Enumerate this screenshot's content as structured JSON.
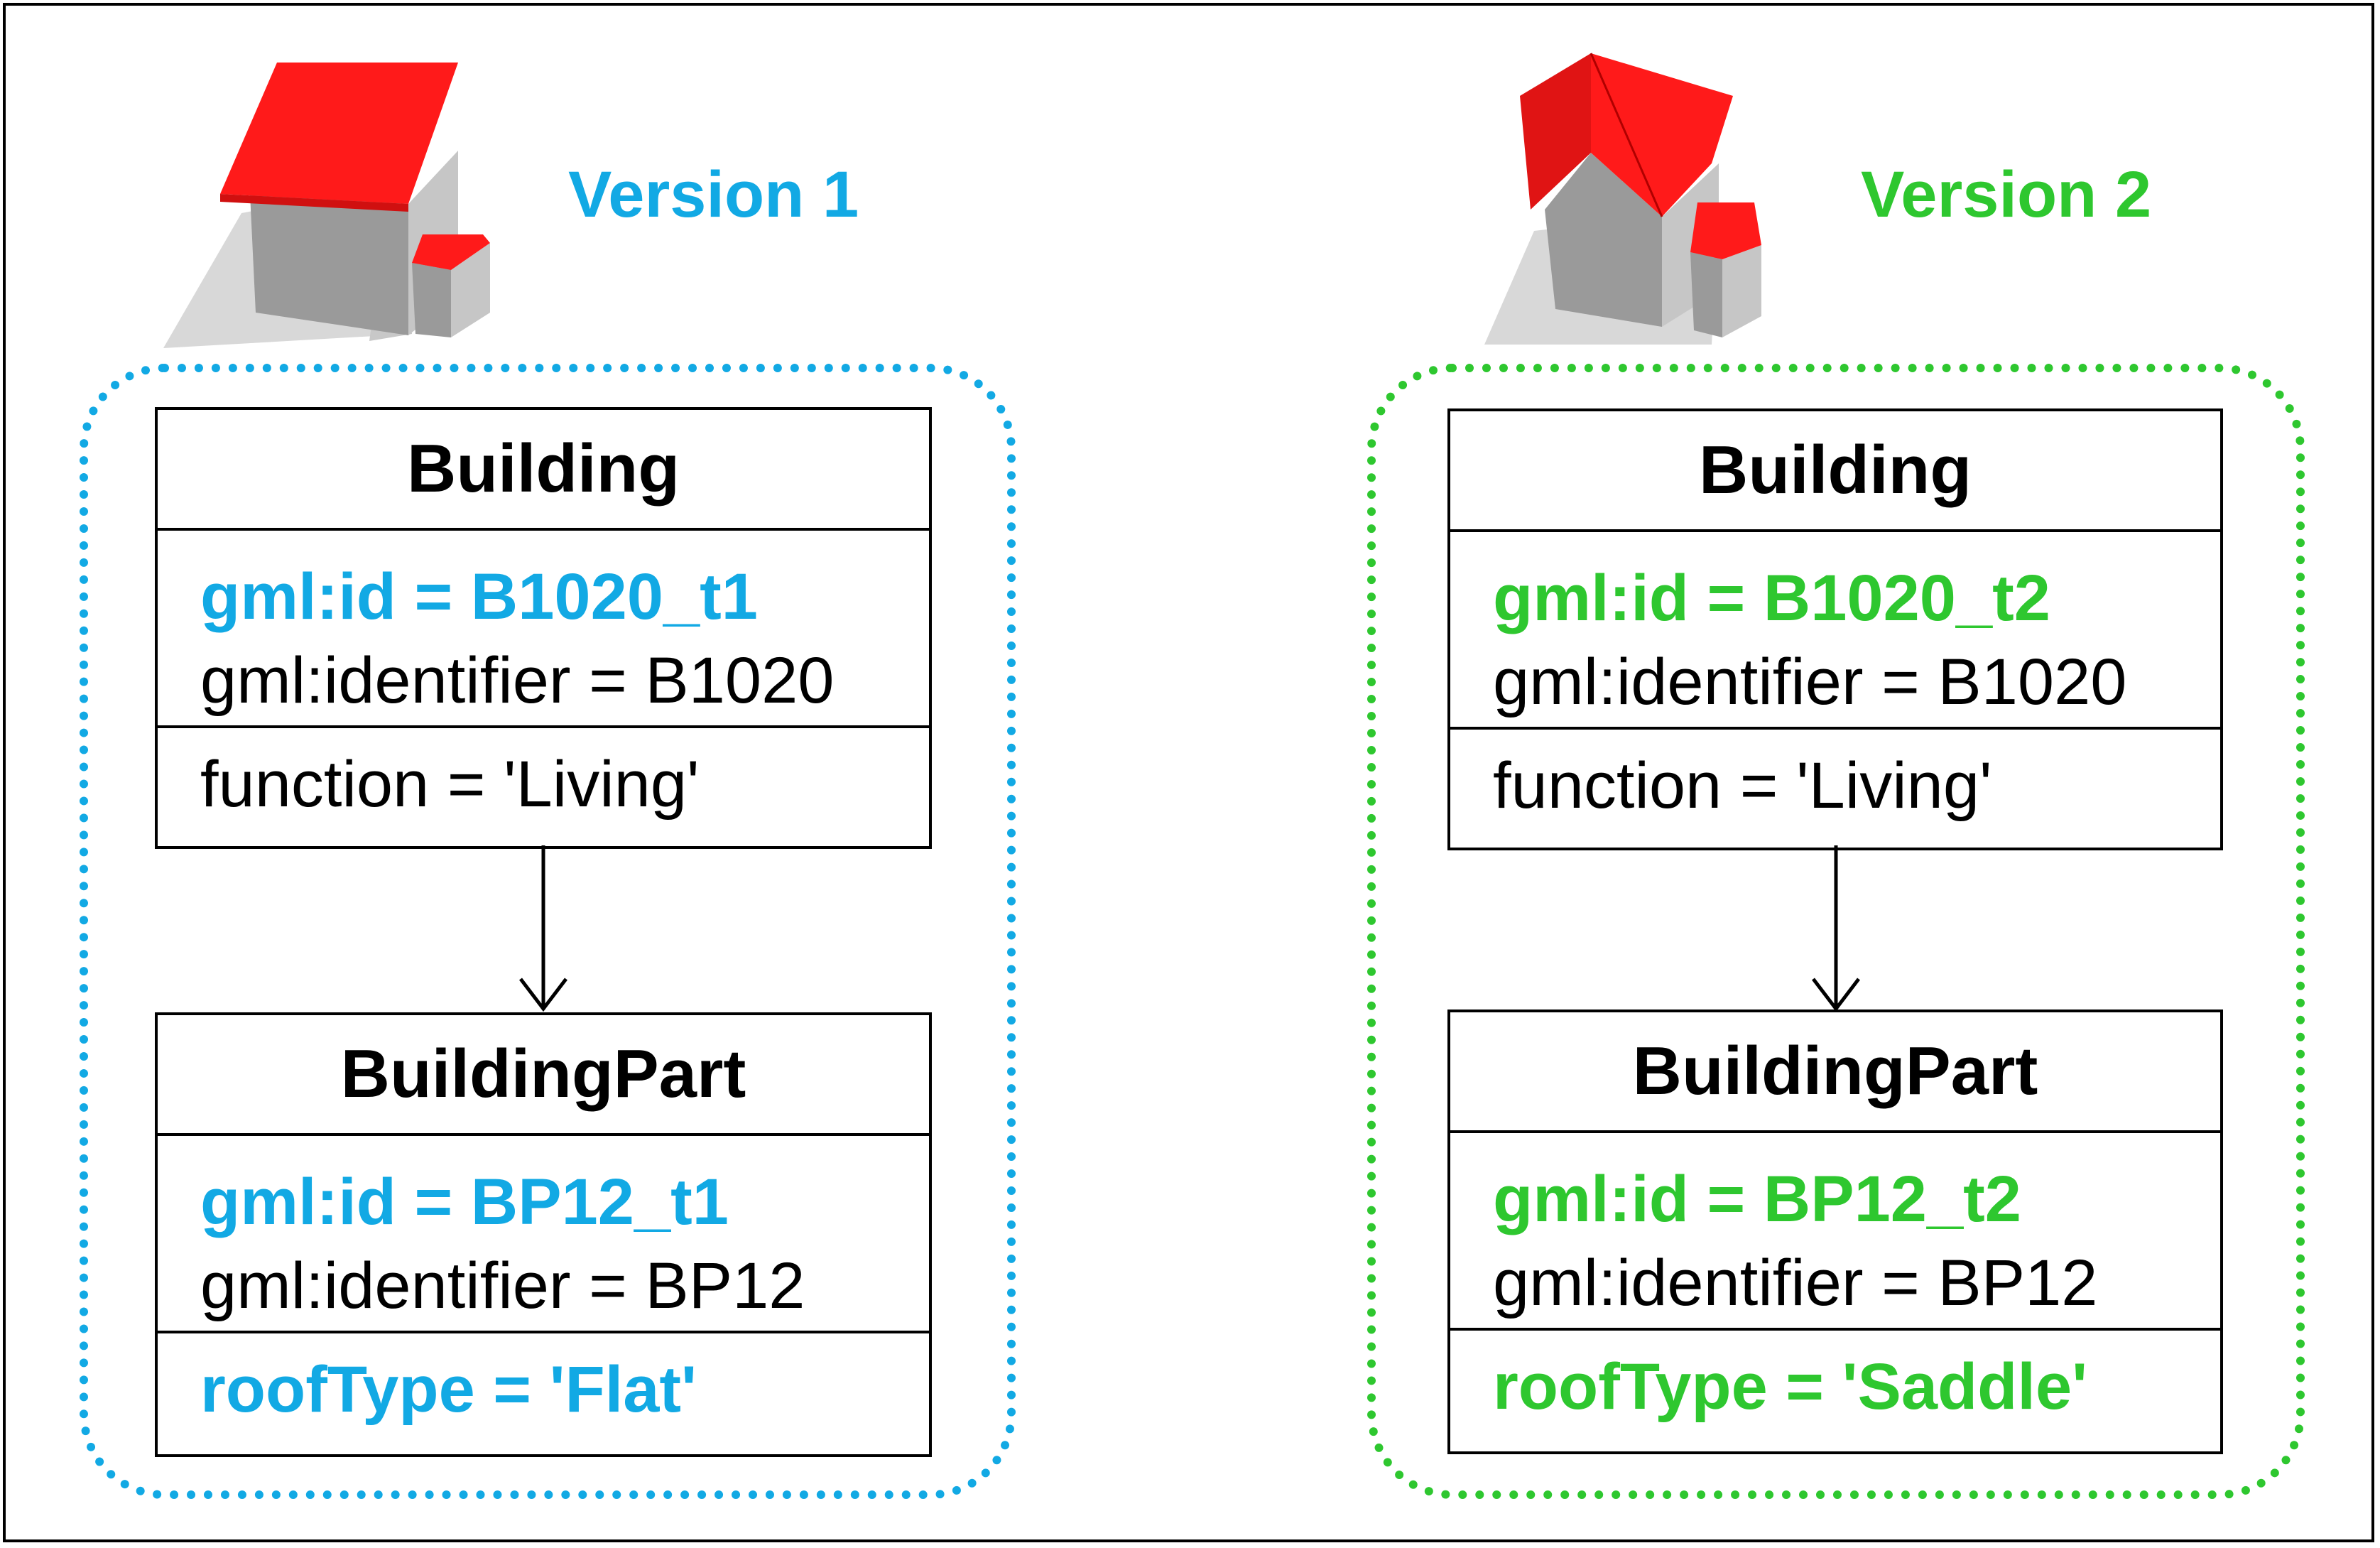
{
  "colors": {
    "version1": "#12a9e4",
    "version2": "#2ec72f",
    "roof": "#ff1a1a",
    "wall": "#9a9a9a"
  },
  "version1": {
    "title": "Version 1",
    "house_icon": "flat-roof-house-icon",
    "building": {
      "title": "Building",
      "gml_id": "gml:id = B1020_t1",
      "gml_identifier": "gml:identifier = B1020",
      "function": "function = 'Living'"
    },
    "building_part": {
      "title": "BuildingPart",
      "gml_id": "gml:id = BP12_t1",
      "gml_identifier": "gml:identifier = BP12",
      "roof_type": "roofType = 'Flat'"
    }
  },
  "version2": {
    "title": "Version 2",
    "house_icon": "saddle-roof-house-icon",
    "building": {
      "title": "Building",
      "gml_id": "gml:id = B1020_t2",
      "gml_identifier": "gml:identifier = B1020",
      "function": "function = 'Living'"
    },
    "building_part": {
      "title": "BuildingPart",
      "gml_id": "gml:id = BP12_t2",
      "gml_identifier": "gml:identifier = BP12",
      "roof_type": "roofType = 'Saddle'"
    }
  }
}
